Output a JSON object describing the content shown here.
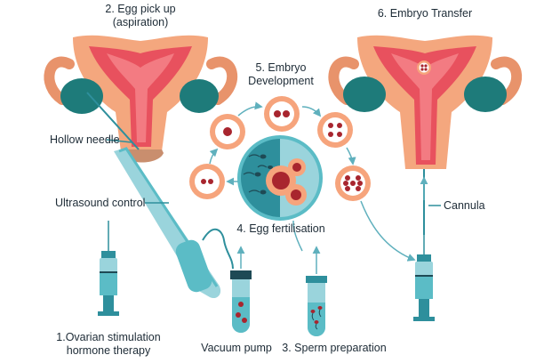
{
  "labels": {
    "egg_pickup": [
      "2. Egg pick up",
      "(aspiration)"
    ],
    "embryo_transfer": "6. Embryo Transfer",
    "embryo_development": [
      "5. Embryo",
      "Development"
    ],
    "hollow_needle": "Hollow needle",
    "ultrasound_control": "Ultrasound control",
    "egg_fertilisation": "4. Egg fertilisation",
    "cannula": "Cannula",
    "ovarian_stimulation": [
      "1.Ovarian stimulation",
      "hormone therapy"
    ],
    "vacuum_pump": "Vacuum pump",
    "sperm_preparation": "3. Sperm preparation"
  },
  "colors": {
    "uterus_outer": "#f4a77e",
    "uterus_inner": "#e8515e",
    "uterus_lining": "#f37b82",
    "ovary": "#1e7b7a",
    "tube": "#e8936b",
    "teal": "#5bbcc6",
    "teal_dark": "#2e8f9c",
    "cell_outer": "#f6a47c",
    "cell_inner": "#ffffff",
    "nucleus": "#a8252e",
    "arrow": "#5fb0bd",
    "text": "#1d2b36"
  }
}
